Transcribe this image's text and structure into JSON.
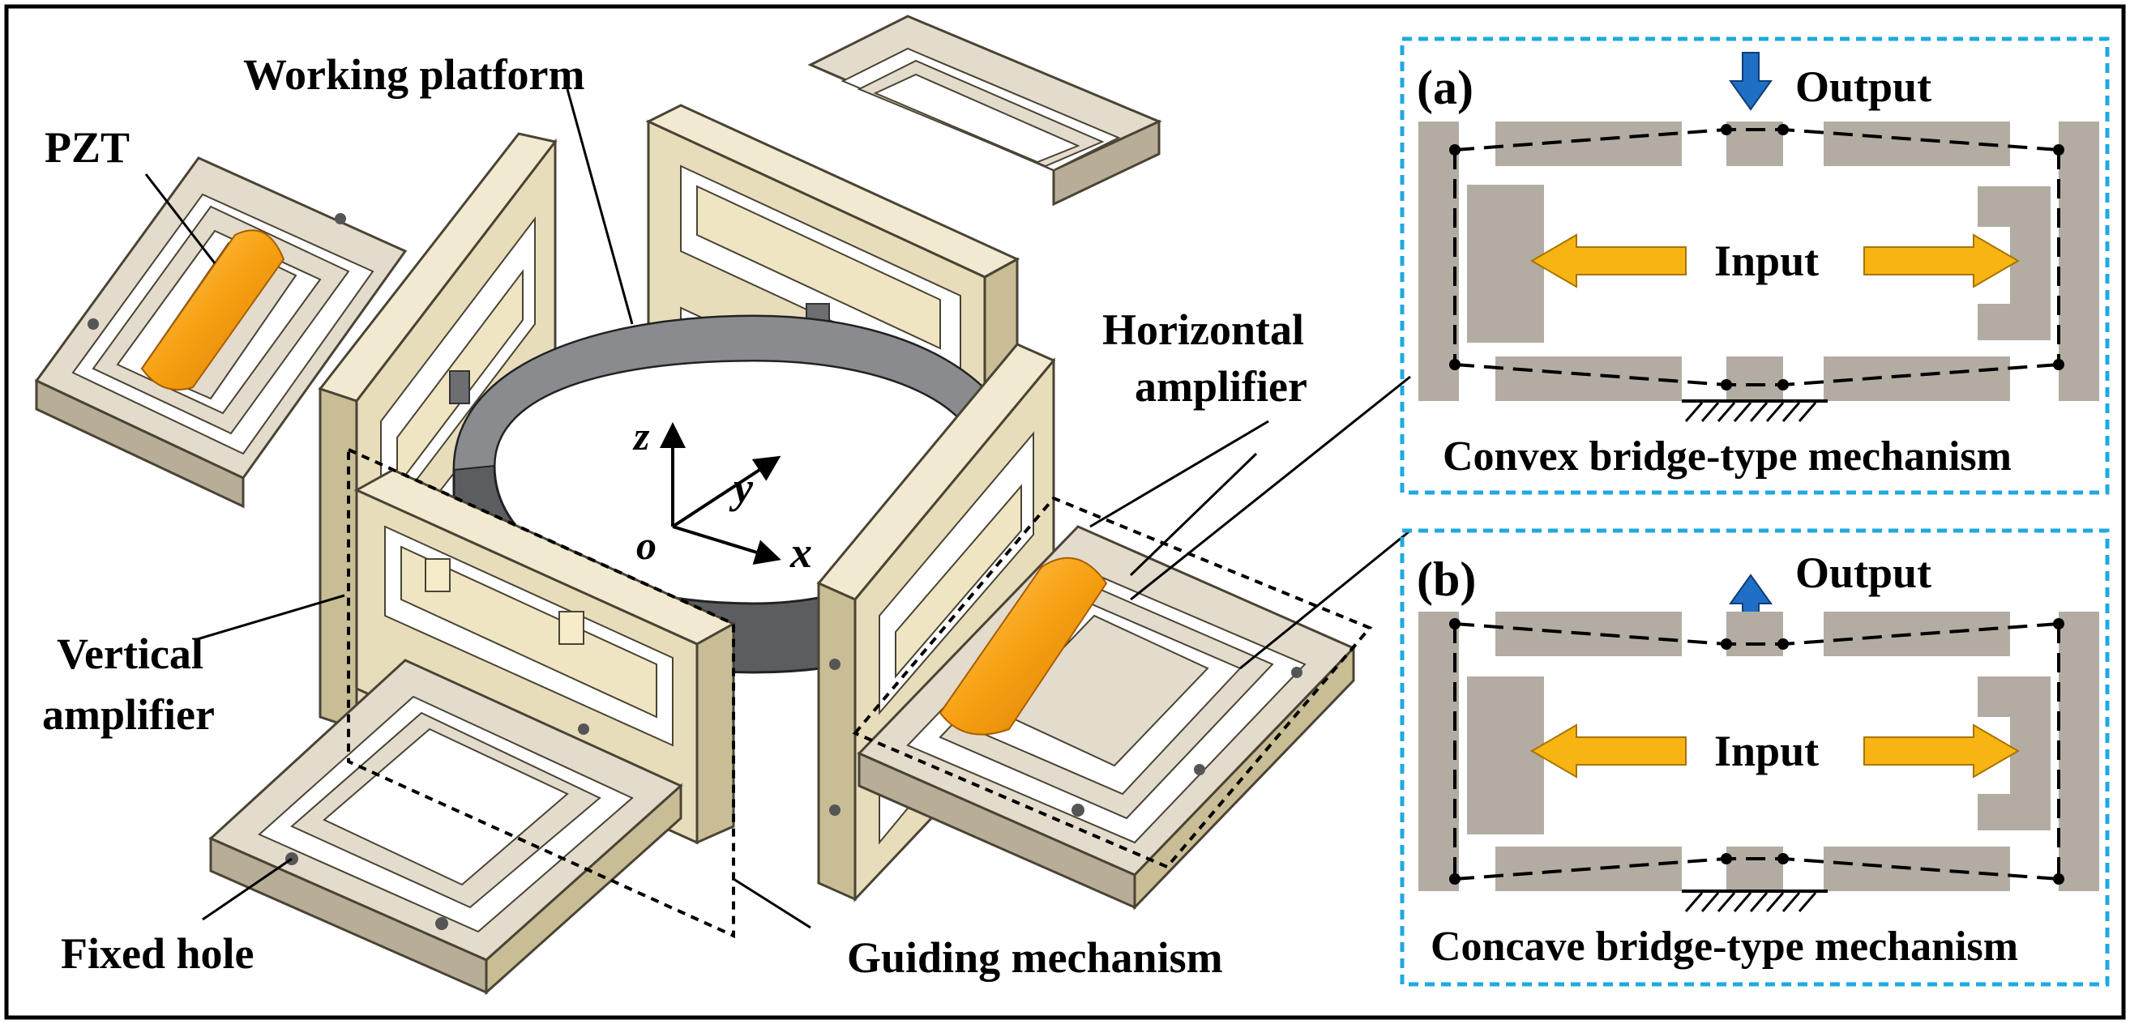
{
  "labels": {
    "working_platform": "Working platform",
    "pzt": "PZT",
    "horizontal_amplifier_line1": "Horizontal",
    "horizontal_amplifier_line2": "amplifier",
    "vertical_amplifier_line1": "Vertical",
    "vertical_amplifier_line2": "amplifier",
    "fixed_hole": "Fixed hole",
    "guiding_mechanism": "Guiding mechanism"
  },
  "axes": {
    "z": "z",
    "y": "y",
    "x": "x",
    "origin": "o"
  },
  "panel_a": {
    "tag": "(a)",
    "output": "Output",
    "input": "Input",
    "caption": "Convex bridge-type mechanism"
  },
  "panel_b": {
    "tag": "(b)",
    "output": "Output",
    "input": "Input",
    "caption": "Concave bridge-type mechanism"
  },
  "colors": {
    "frame_cream": "#f2ead0",
    "frame_shade": "#c9bd95",
    "panel_cream": "#e3dbcc",
    "pzt_orange": "#f7a011",
    "ring_gray": "#6d6e72",
    "schematic_gray": "#b3aca2",
    "input_arrow": "#f7b412",
    "output_arrow": "#1f6fc6",
    "panel_border": "#1fa9e1"
  }
}
